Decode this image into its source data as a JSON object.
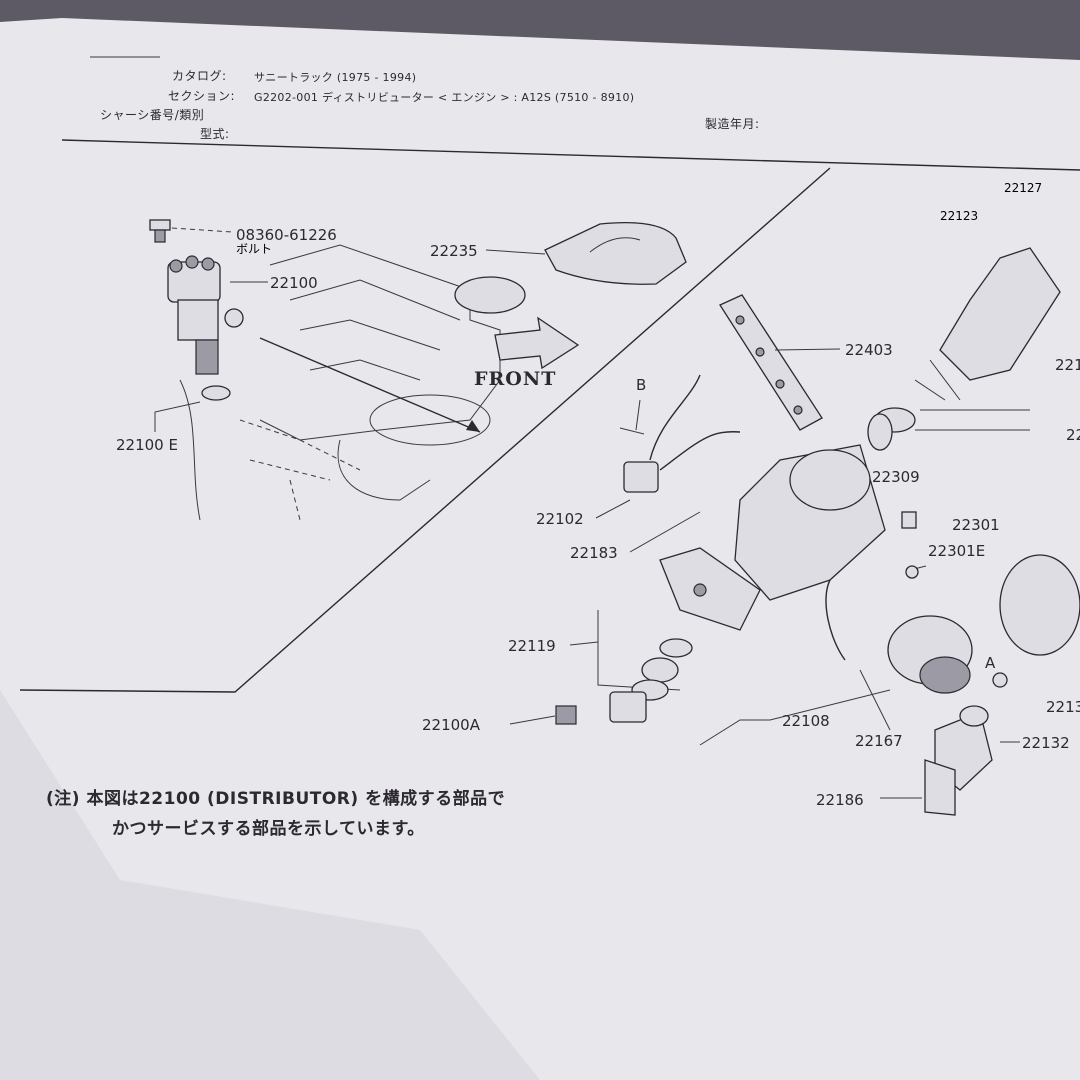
{
  "header": {
    "catalog_label": "カタログ:",
    "catalog_value": "サニートラック (1975 - 1994)",
    "section_label": "セクション:",
    "section_value": "G2202-001 ディストリビューター < エンジン > : A12S (7510 - 8910)",
    "chassis_label": "シャーシ番号/類別",
    "model_label": "型式:",
    "production_label": "製造年月:"
  },
  "front_label": "FRONT",
  "parts": {
    "bolt_number": "08360-61226",
    "bolt_name": "ボルト",
    "p22100": "22100",
    "p22100e": "22100 E",
    "p22235": "22235",
    "p22403": "22403",
    "p22102": "22102",
    "b_marker": "B",
    "p22183": "22183",
    "p22309": "22309",
    "p22119": "22119",
    "p22100a": "22100A",
    "p22108": "22108",
    "p22167": "22167",
    "p22301": "22301",
    "p22301e": "22301E",
    "a_marker": "A",
    "p22127": "22127",
    "p22123": "22123",
    "p22132": "22132",
    "p22186": "22186",
    "p221_cut": "221",
    "p22_cut": "22",
    "p2213_cut": "2213"
  },
  "note": {
    "line1": "(注) 本図は22100 (DISTRIBUTOR) を構成する部品で",
    "line2": "かつサービスする部品を示しています。"
  },
  "colors": {
    "paper": "#e8e7ec",
    "ink": "#2c2a30",
    "background": "#5d5a66"
  }
}
